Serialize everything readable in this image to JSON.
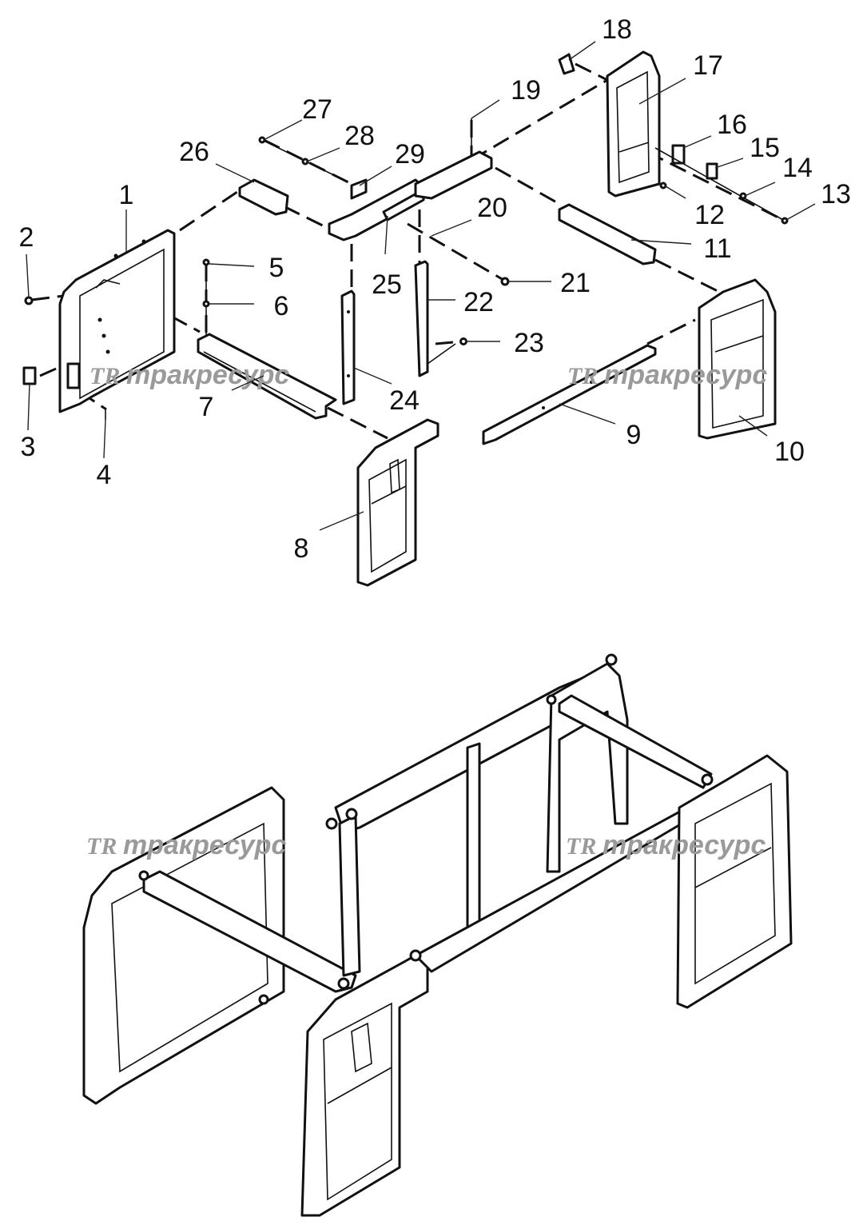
{
  "callouts": {
    "n1": "1",
    "n2": "2",
    "n3": "3",
    "n4": "4",
    "n5": "5",
    "n6": "6",
    "n7": "7",
    "n8": "8",
    "n9": "9",
    "n10": "10",
    "n11": "11",
    "n12": "12",
    "n13": "13",
    "n14": "14",
    "n15": "15",
    "n16": "16",
    "n17": "17",
    "n18": "18",
    "n19": "19",
    "n20": "20",
    "n21": "21",
    "n22": "22",
    "n23": "23",
    "n24": "24",
    "n25": "25",
    "n26": "26",
    "n27": "27",
    "n28": "28",
    "n29": "29"
  },
  "watermark": {
    "logo": "TR",
    "text": "тракресурс",
    "color": "#9a9a9a"
  }
}
